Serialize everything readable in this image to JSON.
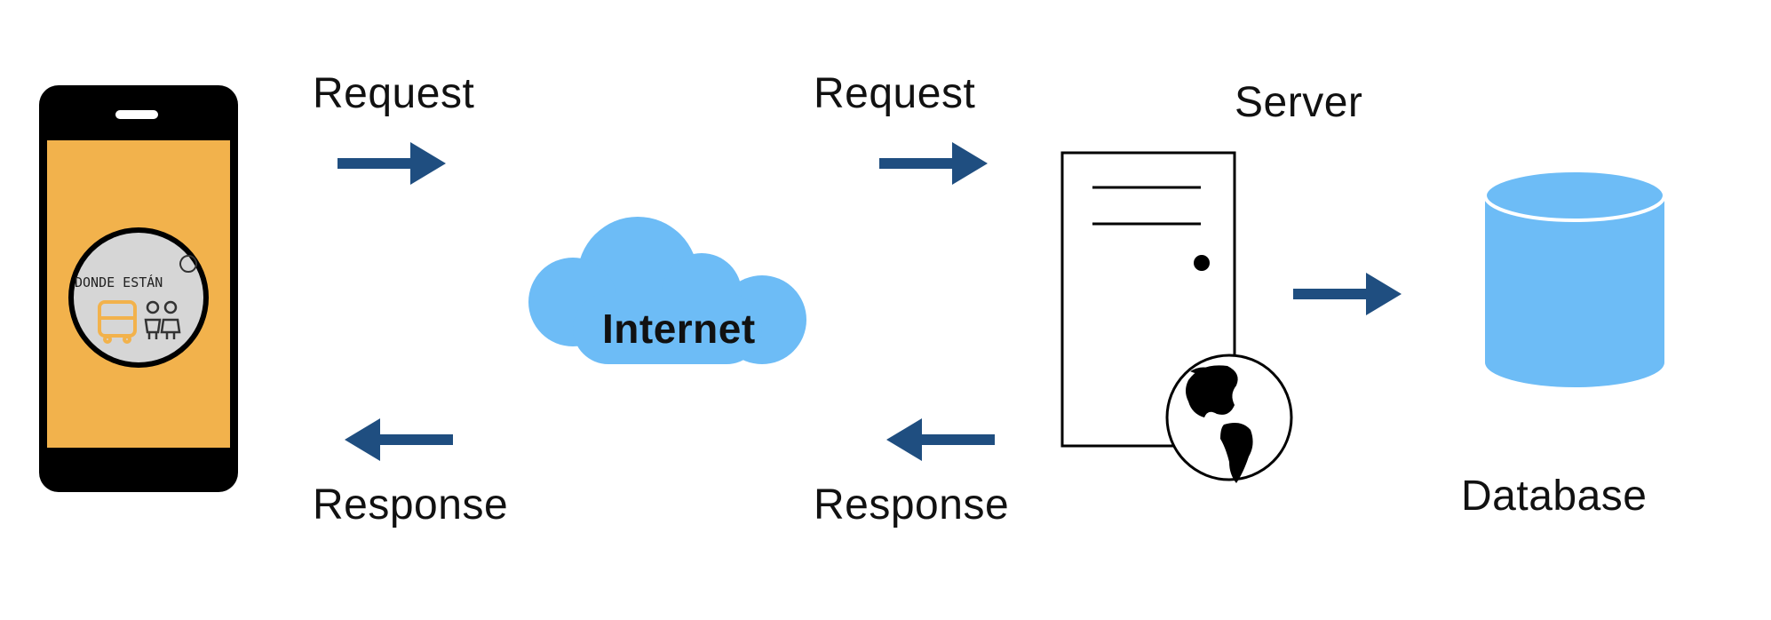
{
  "labels": {
    "request_left": "Request",
    "response_left": "Response",
    "request_right": "Request",
    "response_right": "Response",
    "server": "Server",
    "database": "Database",
    "internet": "Internet"
  },
  "phone": {
    "logo_text": "DONDE ESTÁN"
  },
  "colors": {
    "arrow": "#1f4e80",
    "cloud": "#6dbcf6",
    "database": "#6dbcf6",
    "phone_body": "#000000",
    "phone_screen": "#f2b24c",
    "logo_fill": "#d6d6d6",
    "logo_icons": "#f2b24c"
  }
}
